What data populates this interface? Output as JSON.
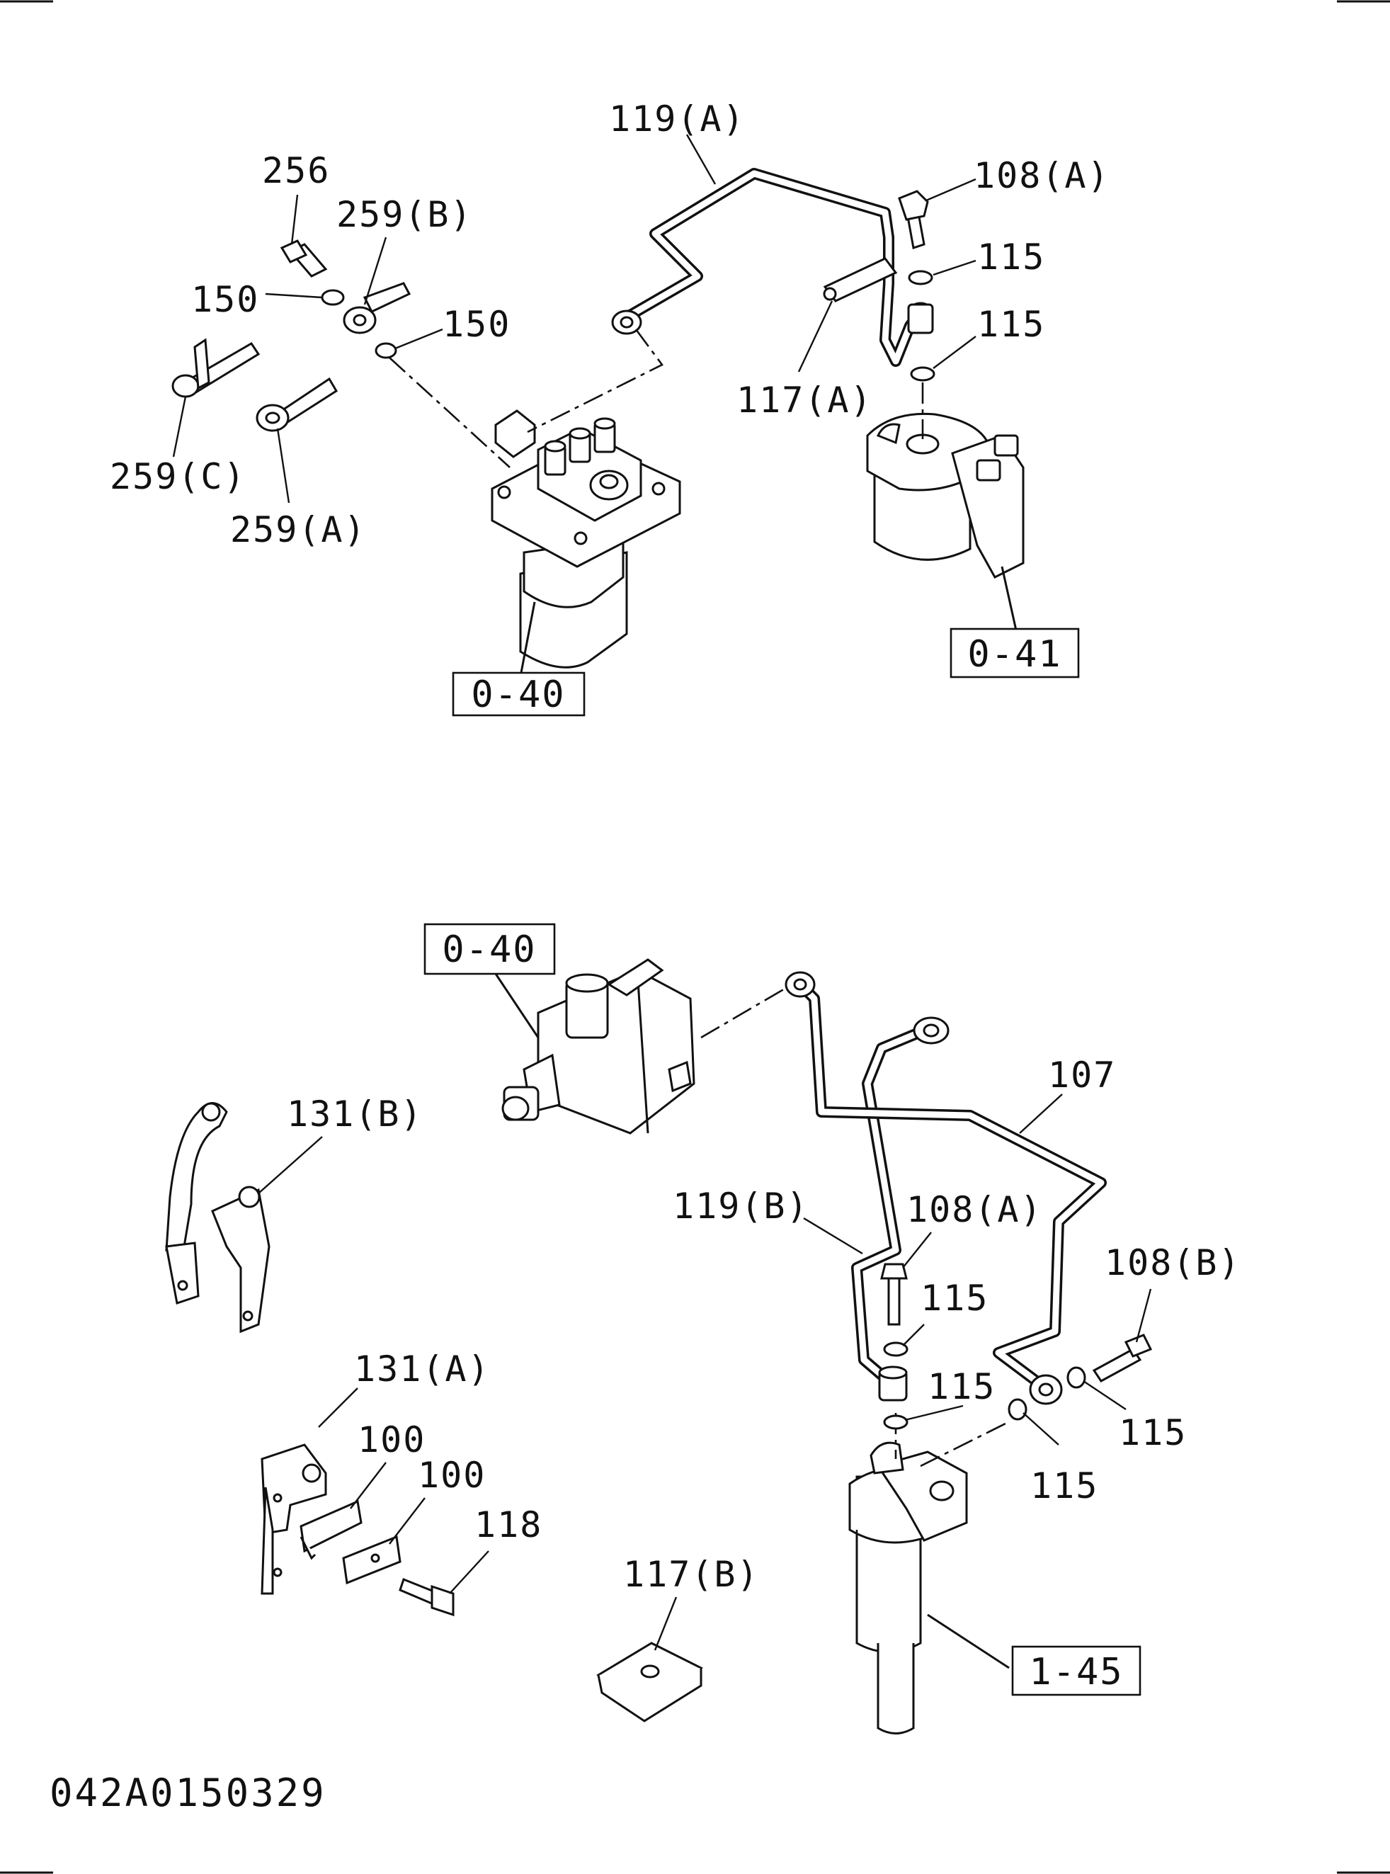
{
  "drawing": {
    "code": "042A0150329"
  },
  "upper": {
    "labels": {
      "l256": "256",
      "l259b": "259(B)",
      "l150a": "150",
      "l150b": "150",
      "l259c": "259(C)",
      "l259a": "259(A)",
      "l119a": "119(A)",
      "l108a": "108(A)",
      "l115a": "115",
      "l115b": "115",
      "l117a": "117(A)"
    },
    "refs": {
      "r040": "0-40",
      "r041": "0-41"
    }
  },
  "lower": {
    "labels": {
      "l131b": "131(B)",
      "l107": "107",
      "l119b": "119(B)",
      "l108a": "108(A)",
      "l108b": "108(B)",
      "l115a": "115",
      "l115b": "115",
      "l115c": "115",
      "l115d": "115",
      "l131a": "131(A)",
      "l100a": "100",
      "l100b": "100",
      "l118": "118",
      "l117b": "117(B)"
    },
    "refs": {
      "r040": "0-40",
      "r145": "1-45"
    }
  }
}
